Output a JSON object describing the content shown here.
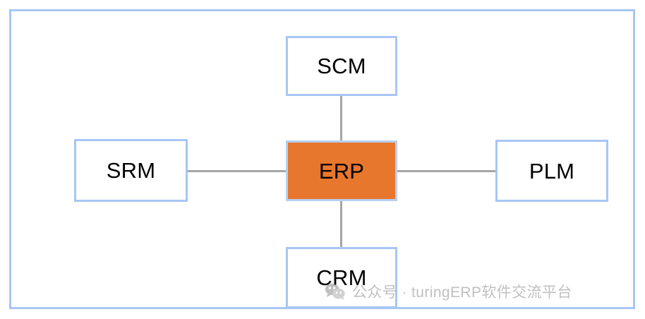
{
  "diagram": {
    "type": "hub-and-spoke",
    "frame": {
      "border_color": "#a8c6f5"
    },
    "center": {
      "id": "erp",
      "label": "ERP",
      "fill": "#e8772e",
      "border_color": "#b8d0f2",
      "text_color": "#000000"
    },
    "nodes": [
      {
        "id": "scm",
        "label": "SCM",
        "position": "top",
        "fill": "#ffffff",
        "border_color": "#a8c6f5",
        "text_color": "#000000"
      },
      {
        "id": "srm",
        "label": "SRM",
        "position": "left",
        "fill": "#ffffff",
        "border_color": "#a8c6f5",
        "text_color": "#000000"
      },
      {
        "id": "plm",
        "label": "PLM",
        "position": "right",
        "fill": "#ffffff",
        "border_color": "#a8c6f5",
        "text_color": "#000000"
      },
      {
        "id": "crm",
        "label": "CRM",
        "position": "bottom",
        "fill": "#ffffff",
        "border_color": "#a8c6f5",
        "text_color": "#000000"
      }
    ],
    "connectors": [
      {
        "id": "scm-erp",
        "from": "scm",
        "to": "erp",
        "orientation": "vertical",
        "color": "#a6a6a6"
      },
      {
        "id": "erp-crm",
        "from": "erp",
        "to": "crm",
        "orientation": "vertical",
        "color": "#a6a6a6"
      },
      {
        "id": "srm-erp",
        "from": "srm",
        "to": "erp",
        "orientation": "horizontal",
        "color": "#a6a6a6"
      },
      {
        "id": "erp-plm",
        "from": "erp",
        "to": "plm",
        "orientation": "horizontal",
        "color": "#a6a6a6"
      }
    ]
  },
  "watermark": {
    "icon": "wechat-icon",
    "text": "公众号 · turingERP软件交流平台",
    "color": "#9a9a9a"
  }
}
